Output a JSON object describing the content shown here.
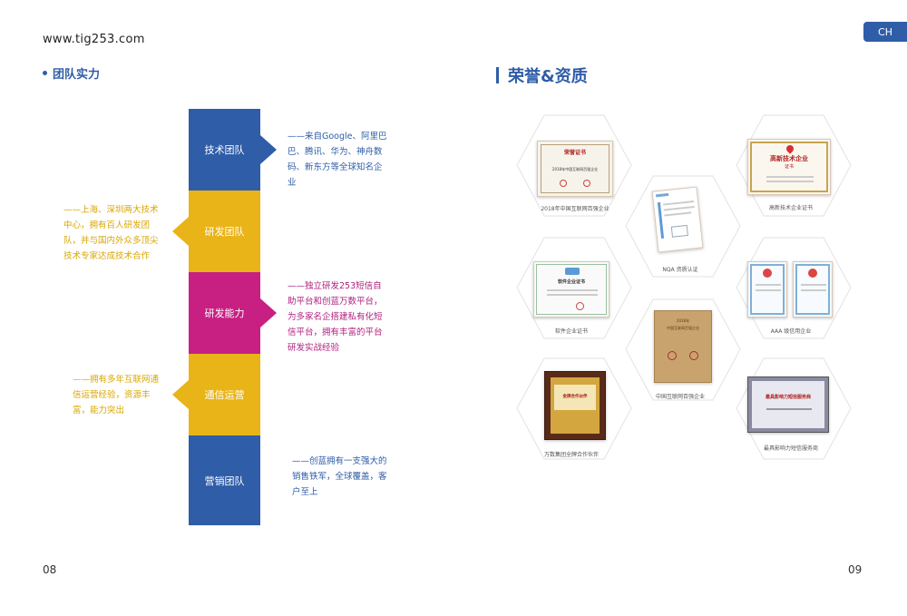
{
  "header": {
    "url": "www.tig253.com",
    "lang_tab": "CH"
  },
  "left_section": {
    "title": "团队实力",
    "blocks": [
      {
        "label": "技术团队",
        "color": "#2f5da8",
        "desc": "——来自Google、阿里巴巴、腾讯、华为、神舟数码、新东方等全球知名企业"
      },
      {
        "label": "研发团队",
        "color": "#e9b418",
        "desc": "——上海、深圳两大技术中心，拥有百人研发团队，并与国内外众多顶尖技术专家达成技术合作"
      },
      {
        "label": "研发能力",
        "color": "#c81f83",
        "desc": "——独立研发253短信自助平台和创蓝万数平台，为多家名企搭建私有化短信平台，拥有丰富的平台研发实战经验"
      },
      {
        "label": "通信运营",
        "color": "#e9b418",
        "desc": "——拥有多年互联网通信运营经验，资源丰富，能力突出"
      },
      {
        "label": "营销团队",
        "color": "#2f5da8",
        "desc": "——创蓝拥有一支强大的销售铁军，全球覆盖，客户至上"
      }
    ]
  },
  "right_section": {
    "title": "荣誉&资质",
    "certs": [
      {
        "caption": "2018年中国互联网百强企业",
        "doc_title": "荣誉证书",
        "doc_sub": "2018年中国互联网百强企业"
      },
      {
        "caption": "高新技术企业证书",
        "doc_title": "高新技术企业",
        "doc_sub": "证书"
      },
      {
        "caption": "NQA 资质认证",
        "doc_title": "",
        "doc_sub": ""
      },
      {
        "caption": "软件企业证书",
        "doc_title": "软件企业证书",
        "doc_sub": ""
      },
      {
        "caption": "AAA 级信用企业",
        "doc_title": "",
        "doc_sub": ""
      },
      {
        "caption": "中国互联网百强企业",
        "doc_title": "2018年",
        "doc_sub": "中国互联网百强企业"
      },
      {
        "caption": "万数集团全牌合作伙伴",
        "doc_title": "金牌合作伙伴",
        "doc_sub": ""
      },
      {
        "caption": "最具影响力短信服务商",
        "doc_title": "最具影响力短信服务商",
        "doc_sub": ""
      }
    ]
  },
  "pages": {
    "left": "08",
    "right": "09"
  }
}
